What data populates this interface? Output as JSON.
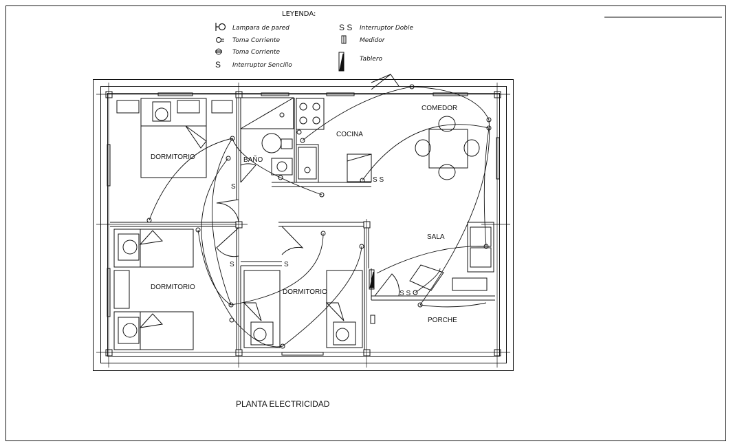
{
  "legend": {
    "title": "LEYENDA:",
    "items": [
      {
        "label": "Lampara de pared",
        "icon": "wall-lamp-icon"
      },
      {
        "label": "Toma Corriente",
        "icon": "outlet-icon"
      },
      {
        "label": "Toma Corriente",
        "icon": "outlet-alt-icon"
      },
      {
        "label": "Interruptor Sencillo",
        "symbol": "S",
        "icon": "single-switch-icon"
      },
      {
        "label": "Interruptor Doble",
        "symbol": "S S",
        "icon": "double-switch-icon"
      },
      {
        "label": "Medidor",
        "icon": "meter-icon"
      },
      {
        "label": "Tablero",
        "icon": "panel-board-icon"
      }
    ]
  },
  "rooms": {
    "dormitorio_1": "DORMITORIO",
    "dormitorio_2": "DORMITORIO",
    "dormitorio_3": "DORMITORIO",
    "bano": "BAÑO",
    "cocina": "COCINA",
    "comedor": "COMEDOR",
    "sala": "SALA",
    "porche": "PORCHE"
  },
  "switch_marks": {
    "bano": "S",
    "cocina": "S S",
    "hall_left": "S",
    "hall_right": "S",
    "porche": "S S"
  },
  "title": "PLANTA ELECTRICIDAD",
  "colors": {
    "line": "#111111",
    "paper": "#ffffff"
  }
}
